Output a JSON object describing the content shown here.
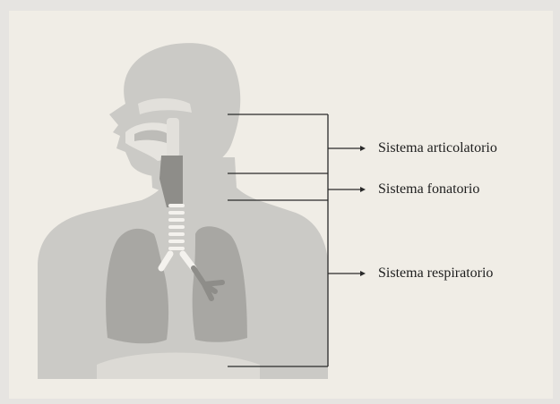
{
  "diagram": {
    "labels": [
      {
        "id": "articulatorio",
        "text": "Sistema articolatorio"
      },
      {
        "id": "fonatorio",
        "text": "Sistema fonatorio"
      },
      {
        "id": "respiratorio",
        "text": "Sistema respiratorio"
      }
    ],
    "colors": {
      "background": "#e6e4e1",
      "panel": "#f0ede6",
      "silhouette": "#cbcac6",
      "silhouette_light": "#dcdad5",
      "lungs": "#a8a7a3",
      "trachea": "#f4f2ee",
      "larynx": "#8e8d89",
      "bracket": "#2a2a2a",
      "label_text": "#1e1e1e"
    }
  }
}
